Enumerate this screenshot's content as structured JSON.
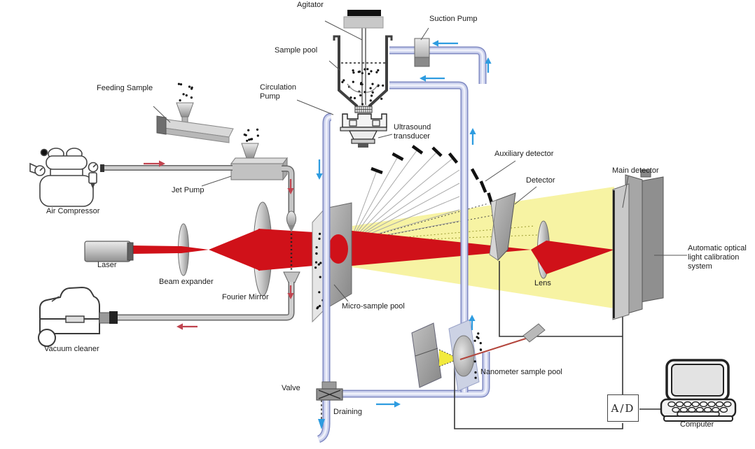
{
  "diagram": {
    "labels": {
      "agitator": "Agitator",
      "suction_pump": "Suction Pump",
      "sample_pool": "Sample pool",
      "feeding_sample": "Feeding Sample",
      "circulation_pump": "Circulation\nPump",
      "ultrasound_transducer": "Ultrasound\ntransducer",
      "auxiliary_detector": "Auxiliary detector",
      "main_detector": "Main detector",
      "detector": "Detector",
      "jet_pump": "Jet Pump",
      "air_compressor": "Air Compressor",
      "laser": "Laser",
      "beam_expander": "Beam expander",
      "lens": "Lens",
      "fourier_mirror": "Fourier Mirror",
      "micro_sample_pool": "Micro-sample pool",
      "auto_optical": "Automatic optical\nlight calibration\nsystem",
      "vacuum_cleaner": "Vacuum cleaner",
      "nanometer_sample_pool": "Nanometer sample pool",
      "valve": "Valve",
      "draining": "Draining",
      "computer": "Computer",
      "ad_converter": "A/D"
    },
    "colors": {
      "pipe_edge": "#7f89c2",
      "pipe_fill": "#c9cfec",
      "pipe_highlight": "#eef0fa",
      "flow_arrow": "#2e9ce0",
      "air_arrow": "#c0444f",
      "laser_beam": "#d01119",
      "scattered_light": "#f7f3a3",
      "nano_beam": "#f2ea3e",
      "wire": "#333333",
      "detector_dash": "#111111"
    }
  }
}
